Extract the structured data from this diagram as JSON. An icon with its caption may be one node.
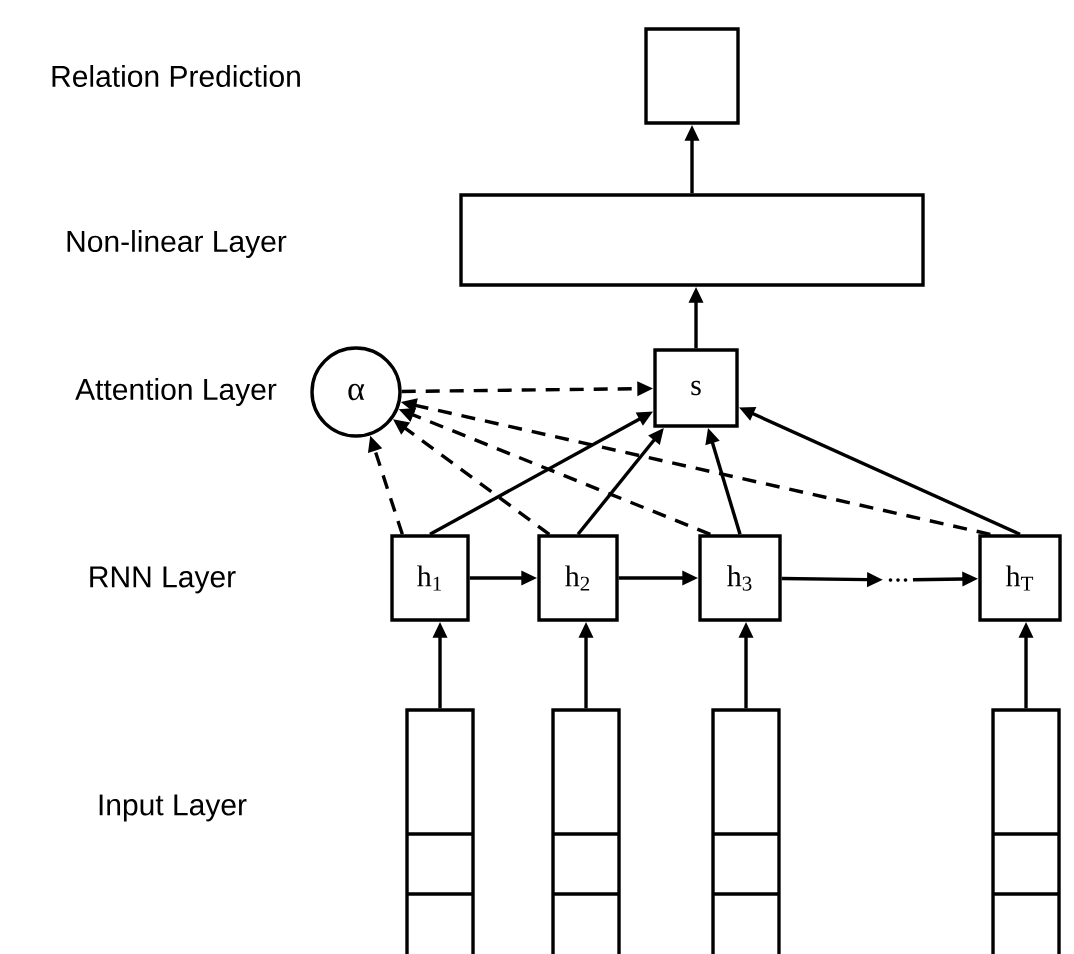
{
  "diagram": {
    "nodes": [
      {
        "text": [],
        "shape": "box"
      },
      {
        "text": [],
        "shape": "box"
      },
      {
        "text": [
          "α"
        ]
      },
      {
        "text": [
          "s"
        ]
      },
      {
        "text": [
          "h$_{1}$"
        ]
      },
      {
        "text": [
          "h$_{2}$"
        ]
      },
      {
        "text": [
          "h$_{3}$"
        ]
      },
      {
        "text": [
          "..."
        ]
      },
      {
        "text": [
          "h$_{T}$"
        ]
      },
      {
        "text": [],
        "shape": "box"
      },
      {
        "text": [],
        "shape": "box"
      },
      {
        "text": [],
        "shape": "box"
      },
      {
        "text": [],
        "shape": "box"
      }
    ],
    "edges": [
      {
        "from": 1,
        "to": 0,
        "arrow": "to"
      },
      {
        "from": 3,
        "to": 1,
        "arrow": "to"
      },
      {
        "from": 2,
        "to": 3,
        "arrow": "to",
        "style": "dashed"
      },
      {
        "from": 4,
        "to": 3,
        "arrow": "to"
      },
      {
        "from": 5,
        "to": 3,
        "arrow": "to"
      },
      {
        "from": 6,
        "to": 3,
        "arrow": "to"
      },
      {
        "from": 8,
        "to": 3,
        "arrow": "to"
      },
      {
        "from": 4,
        "to": 2,
        "arrow": "to",
        "style": "dashed"
      },
      {
        "from": 5,
        "to": 2,
        "arrow": "to",
        "style": "dashed"
      },
      {
        "from": 6,
        "to": 2,
        "arrow": "to",
        "style": "dashed"
      },
      {
        "from": 8,
        "to": 2,
        "arrow": "to",
        "style": "dashed"
      },
      {
        "from": 4,
        "to": 5,
        "arrow": "to"
      },
      {
        "from": 5,
        "to": 6,
        "arrow": "to"
      },
      {
        "from": 6,
        "to": 7,
        "arrow": "to"
      },
      {
        "from": 7,
        "to": 8,
        "arrow": "to"
      },
      {
        "from": 9,
        "to": 4,
        "arrow": "to"
      },
      {
        "from": 10,
        "to": 5,
        "arrow": "to"
      },
      {
        "from": 11,
        "to": 6,
        "arrow": "to"
      },
      {
        "from": 12,
        "to": 8,
        "arrow": "to"
      }
    ],
    "labels": [
      "Relation Prediction",
      "Non-linear Layer",
      "Attention Layer",
      "RNN Layer",
      "Input Layer"
    ]
  }
}
